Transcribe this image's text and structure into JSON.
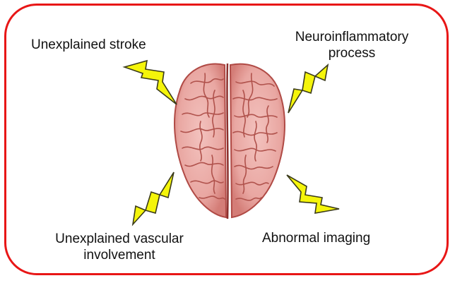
{
  "labels": {
    "top_left": "Unexplained stroke",
    "top_right_line1": "Neuroinflammatory",
    "top_right_line2": "process",
    "bottom_left_line1": "Unexplained vascular",
    "bottom_left_line2": "involvement",
    "bottom_right": "Abnormal imaging"
  },
  "colors": {
    "frame": "#e81616",
    "bolt_fill": "#f5f50a",
    "bolt_stroke": "#3a3a1a",
    "brain_fill": "#e9a7a2",
    "brain_stroke": "#b04a45"
  },
  "icons": {
    "center": "brain-icon",
    "pointers": "lightning-bolt-icon"
  }
}
